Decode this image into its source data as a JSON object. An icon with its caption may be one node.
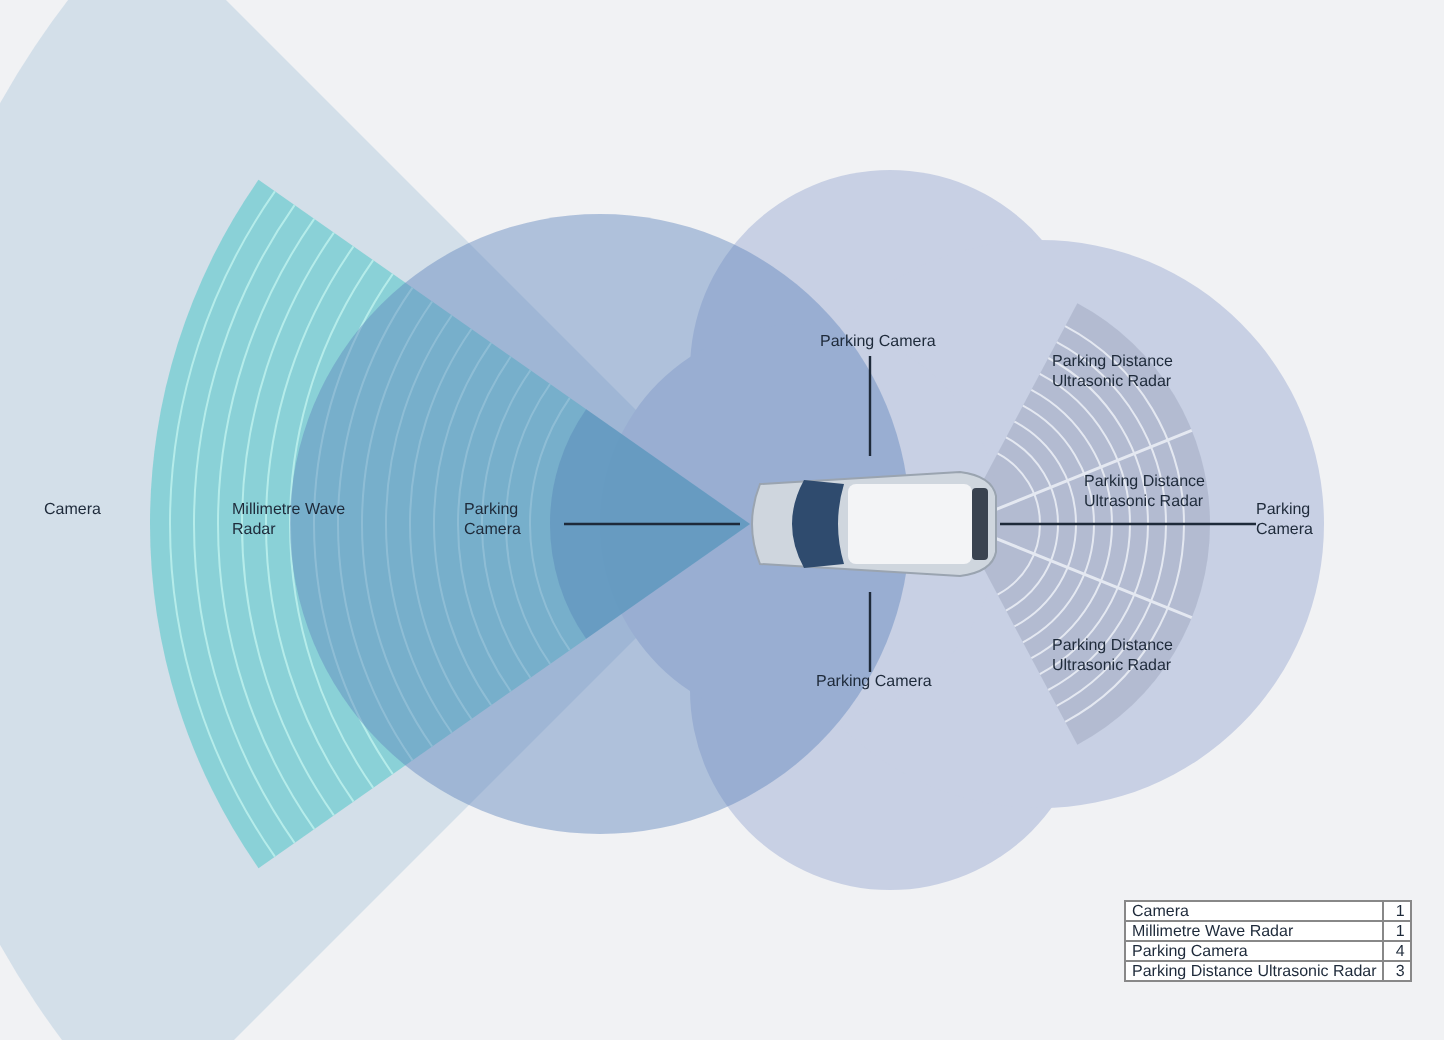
{
  "diagram": {
    "nodes": [
      {
        "text": [],
        "shape": "picture"
      },
      {
        "text": [
          "Parking Camera"
        ]
      },
      {
        "text": [
          "Parking Camera"
        ]
      },
      {
        "text": [
          "Parking Camera"
        ]
      },
      {
        "text": [
          "Parking Camera"
        ]
      }
    ],
    "edges": [
      {
        "from": 1,
        "to": 0,
        "arrow": "none"
      },
      {
        "from": 2,
        "to": 0,
        "arrow": "none"
      },
      {
        "from": 3,
        "to": 0,
        "arrow": "none"
      },
      {
        "from": 4,
        "to": 0,
        "arrow": "none"
      }
    ],
    "labels": [
      "Camera",
      "Millimetre Wave Radar",
      "Parking Distance Ultrasonic Radar",
      "Parking Distance Ultrasonic Radar",
      "Parking Distance Ultrasonic Radar",
      "Camera",
      "1",
      "Millimetre Wave Radar",
      "1",
      "Parking Camera",
      "4",
      "Parking Distance Ultrasonic Radar",
      "3"
    ]
  }
}
